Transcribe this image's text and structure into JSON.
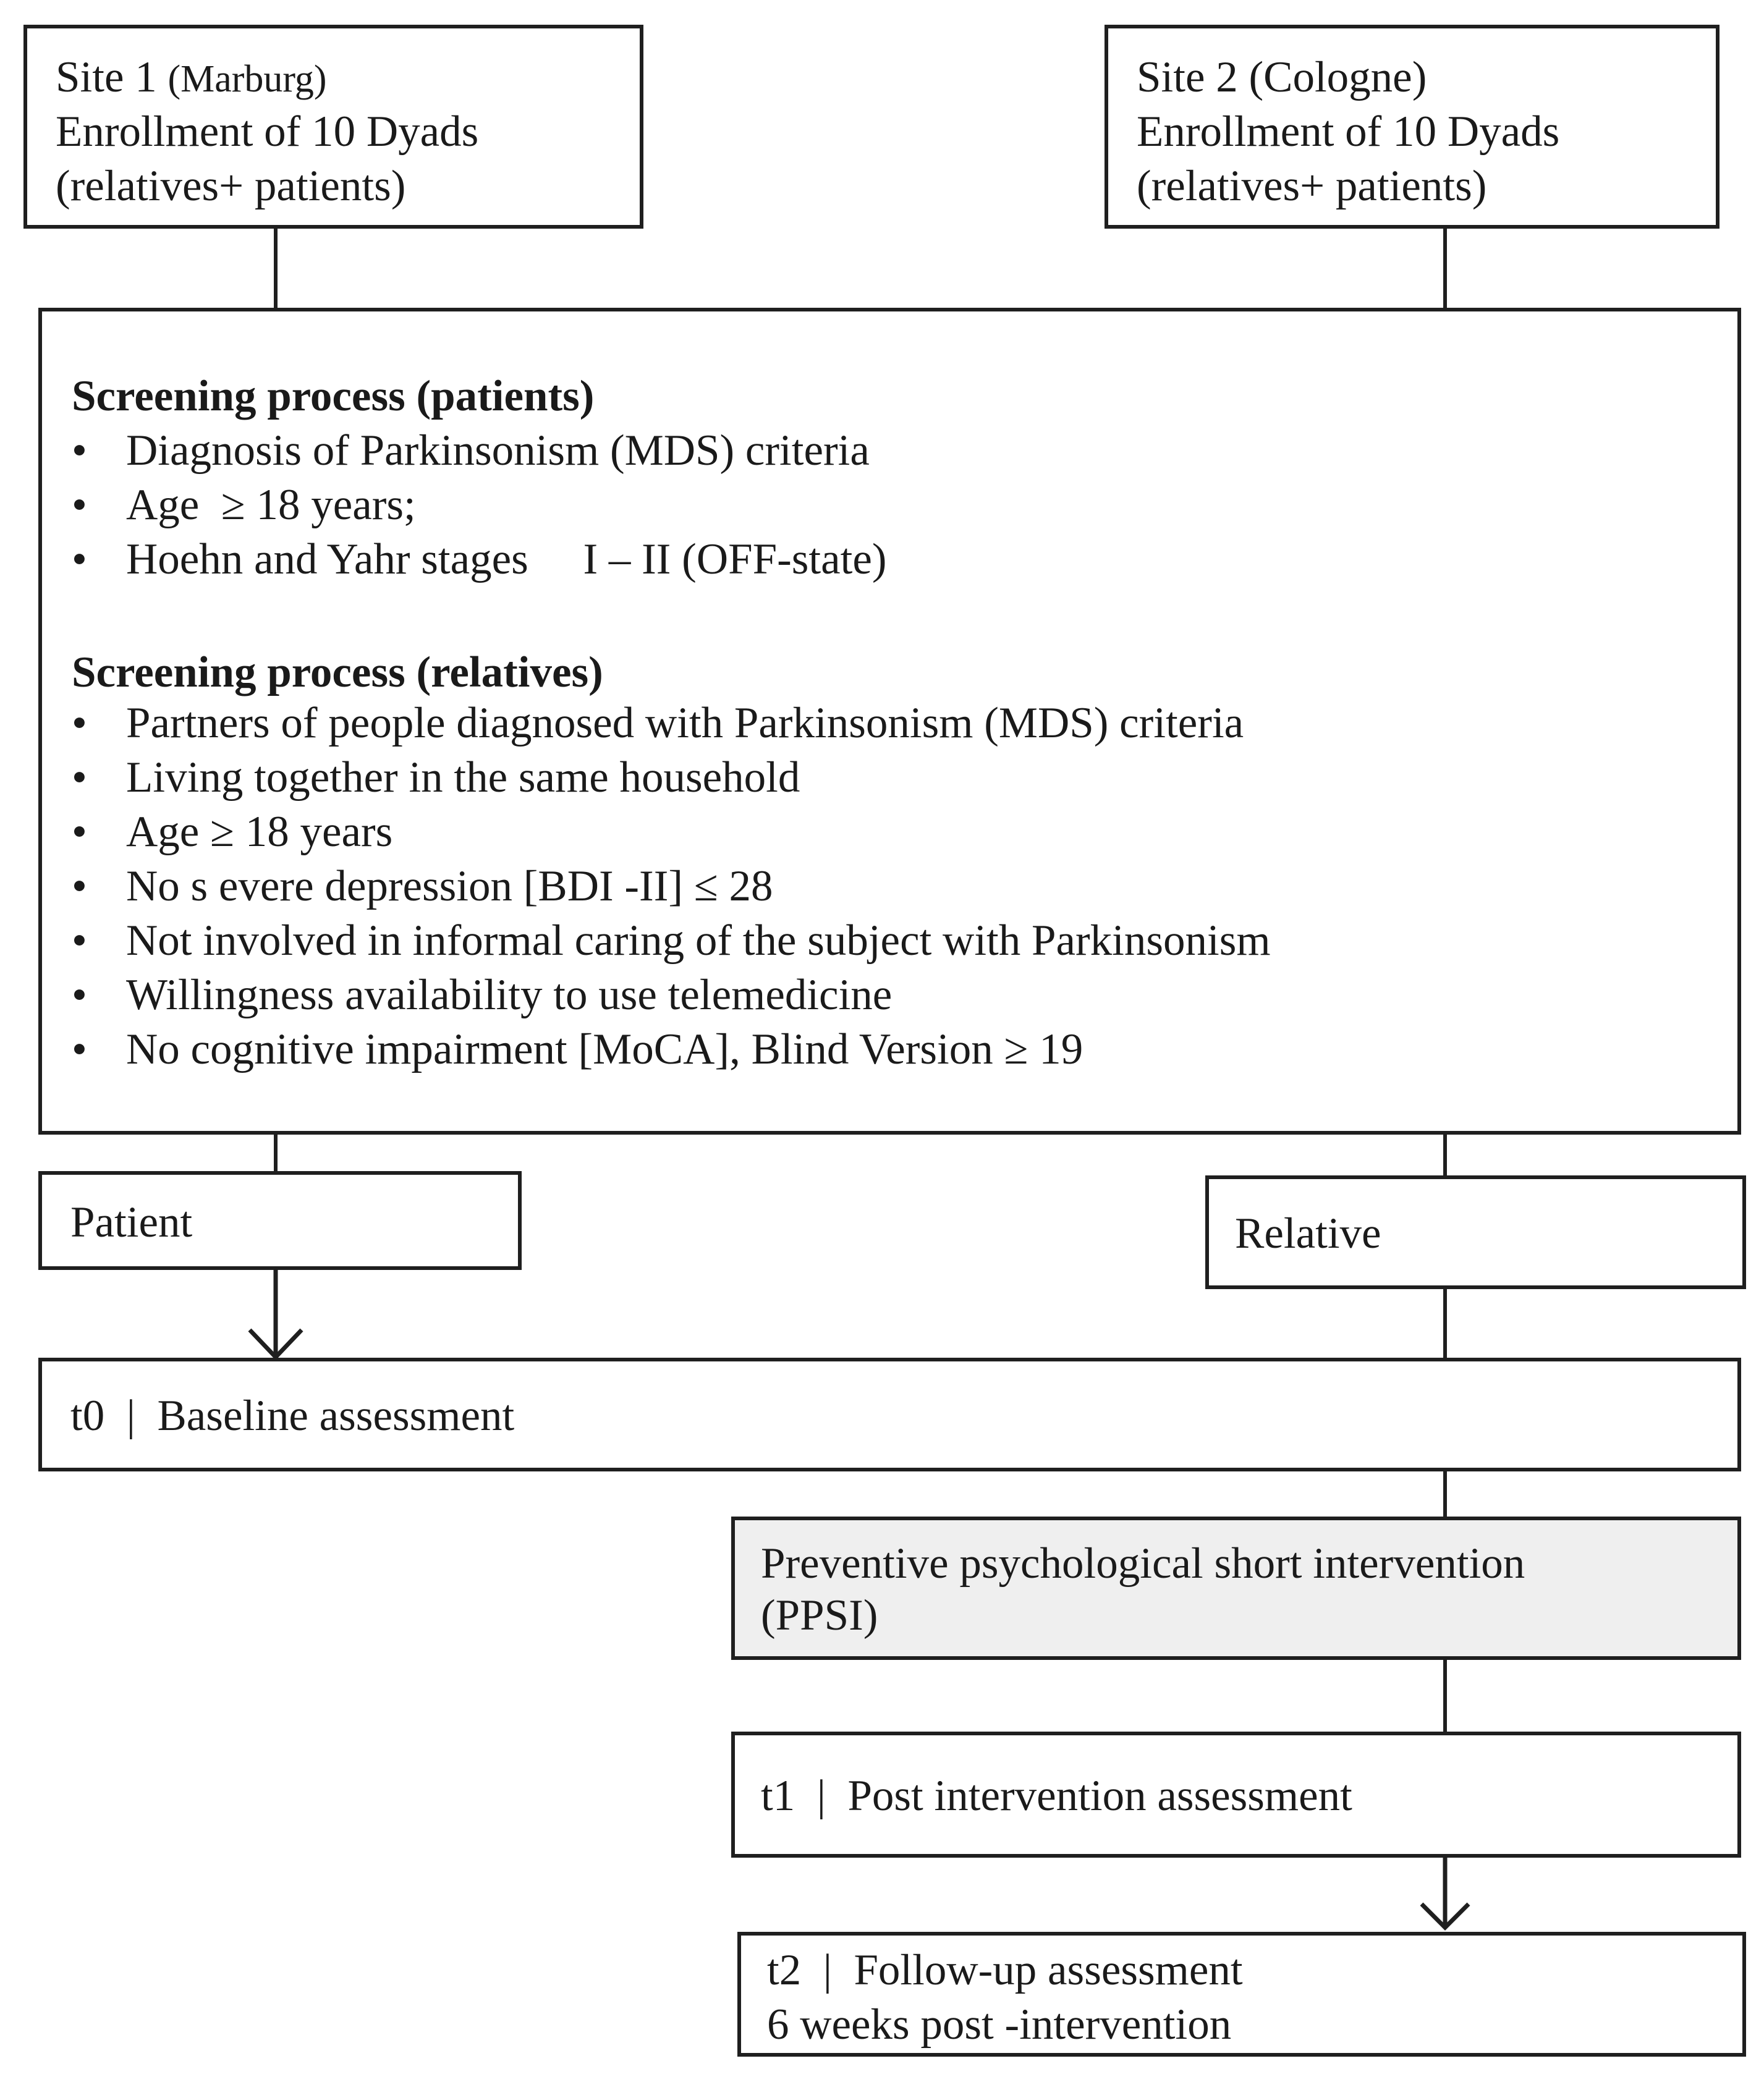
{
  "site1": {
    "title": "Site 1",
    "city": "(Marburg)",
    "line2": "Enrollment of 10 Dyads",
    "line3": "(relatives+ patients)"
  },
  "site2": {
    "title": "Site 2",
    "city": "(Cologne)",
    "line2": "Enrollment of 10 Dyads",
    "line3": "(relatives+ patients)"
  },
  "screening": {
    "patients_heading": "Screening process (patients)",
    "patients_items": [
      "Diagnosis of Parkinsonism (MDS) criteria",
      "Age  ≥ 18 years;",
      "Hoehn and Yahr stages     I – II (OFF-state)"
    ],
    "relatives_heading": "Screening process (relatives)",
    "relatives_items": [
      "Partners of people diagnosed with Parkinsonism (MDS) criteria",
      "Living together in the same household",
      "Age ≥ 18 years",
      "No s evere depression [BDI -II] ≤ 28",
      "Not involved in informal caring of the subject with Parkinsonism",
      "Willingness availability to use telemedicine",
      "No cognitive impairment [MoCA], Blind Version ≥ 19"
    ],
    "bullet": "•"
  },
  "patient_label": "Patient",
  "relative_label": "Relative",
  "t0_label": "t0  |  Baseline assessment",
  "ppsi": {
    "line1": "Preventive psychological short intervention",
    "line2": "(PPSI)",
    "fill": "#efefef"
  },
  "t1_label": "t1  |  Post intervention assessment",
  "t2": {
    "line1": "t2  |  Follow-up assessment",
    "line2": "6 weeks post -intervention"
  }
}
